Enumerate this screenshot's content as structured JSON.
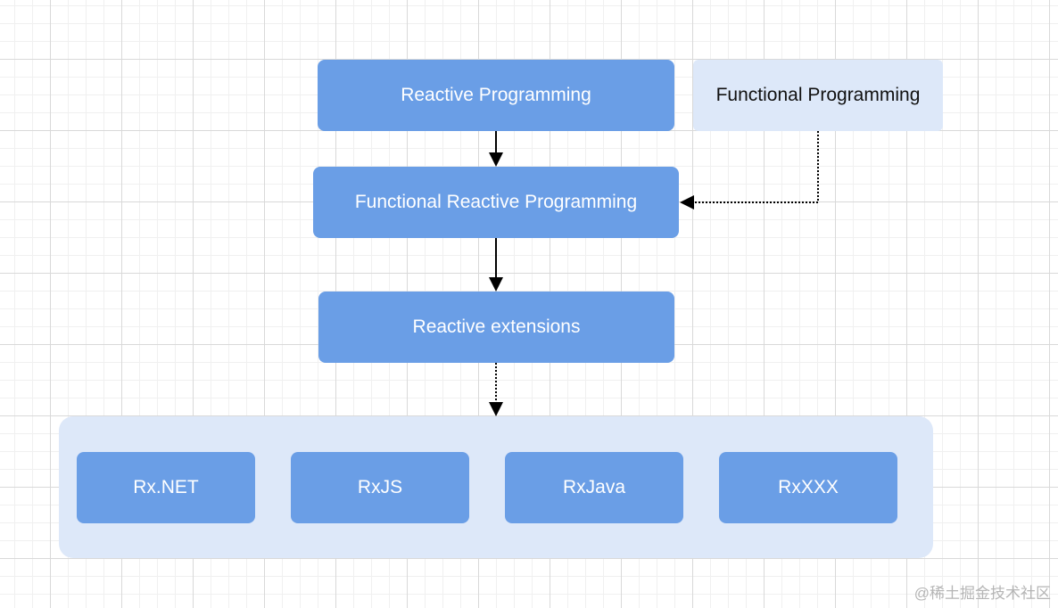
{
  "nodes": {
    "reactive_programming": "Reactive Programming",
    "functional_programming": "Functional Programming",
    "functional_reactive_programming": "Functional Reactive Programming",
    "reactive_extensions": "Reactive extensions"
  },
  "implementations": [
    "Rx.NET",
    "RxJS",
    "RxJava",
    "RxXXX"
  ],
  "watermark": "@稀土掘金技术社区",
  "colors": {
    "primary_box": "#6a9ee6",
    "light_box": "#dde8f9",
    "primary_text": "#ffffff",
    "light_text": "#111111",
    "arrow": "#000000",
    "grid": "#d9d9d9"
  }
}
